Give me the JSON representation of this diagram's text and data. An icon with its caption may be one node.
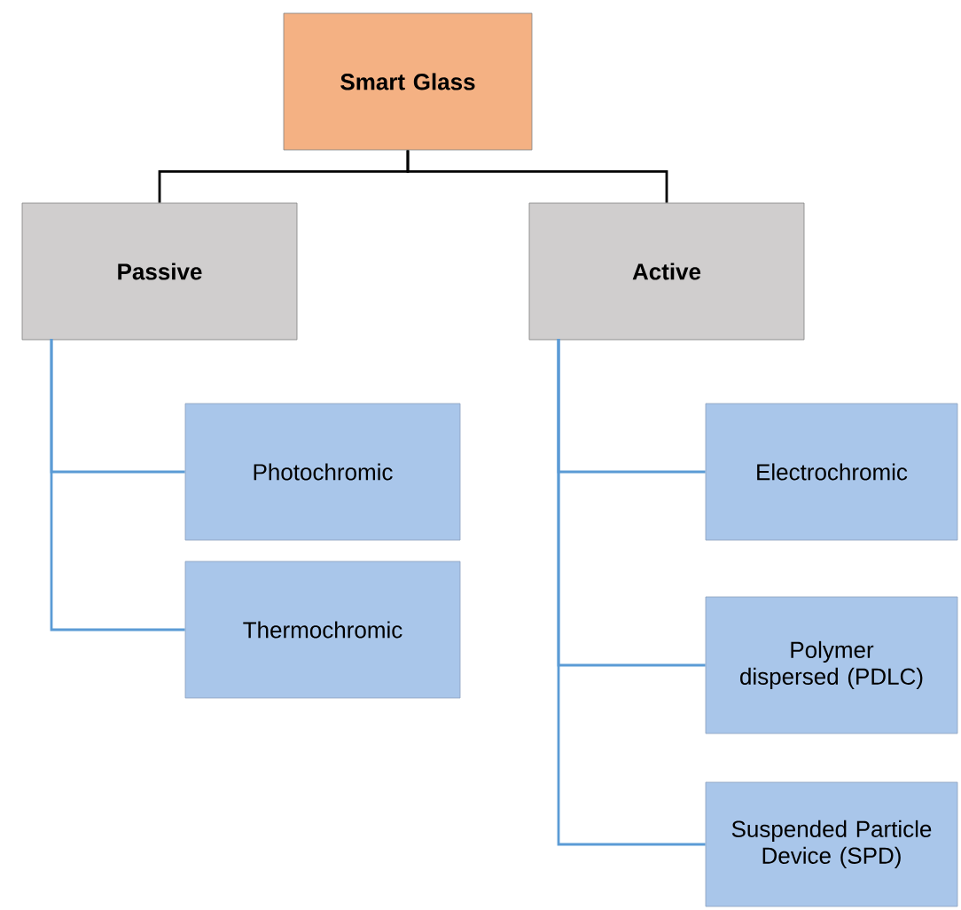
{
  "diagram": {
    "nodes": [
      {
        "text": [
          "Smart Glass"
        ]
      },
      {
        "text": [
          "Passive"
        ]
      },
      {
        "text": [
          "Active"
        ]
      },
      {
        "text": [
          "Photochromic"
        ]
      },
      {
        "text": [
          "Thermochromic"
        ]
      },
      {
        "text": [
          "Electrochromic"
        ]
      },
      {
        "text": [
          "Polymer dispersed (PDLC)"
        ]
      },
      {
        "text": [
          "Suspended Particle Device (SPD)"
        ]
      }
    ],
    "edges": [
      {
        "from": 0,
        "to": 1,
        "arrow": "none",
        "color": "#000000"
      },
      {
        "from": 0,
        "to": 2,
        "arrow": "none",
        "color": "#000000"
      },
      {
        "from": 1,
        "to": 3,
        "arrow": "none"
      },
      {
        "from": 1,
        "to": 4,
        "arrow": "none"
      },
      {
        "from": 2,
        "to": 5,
        "arrow": "none"
      },
      {
        "from": 2,
        "to": 6,
        "arrow": "none"
      },
      {
        "from": 2,
        "to": 7,
        "arrow": "none"
      }
    ]
  }
}
